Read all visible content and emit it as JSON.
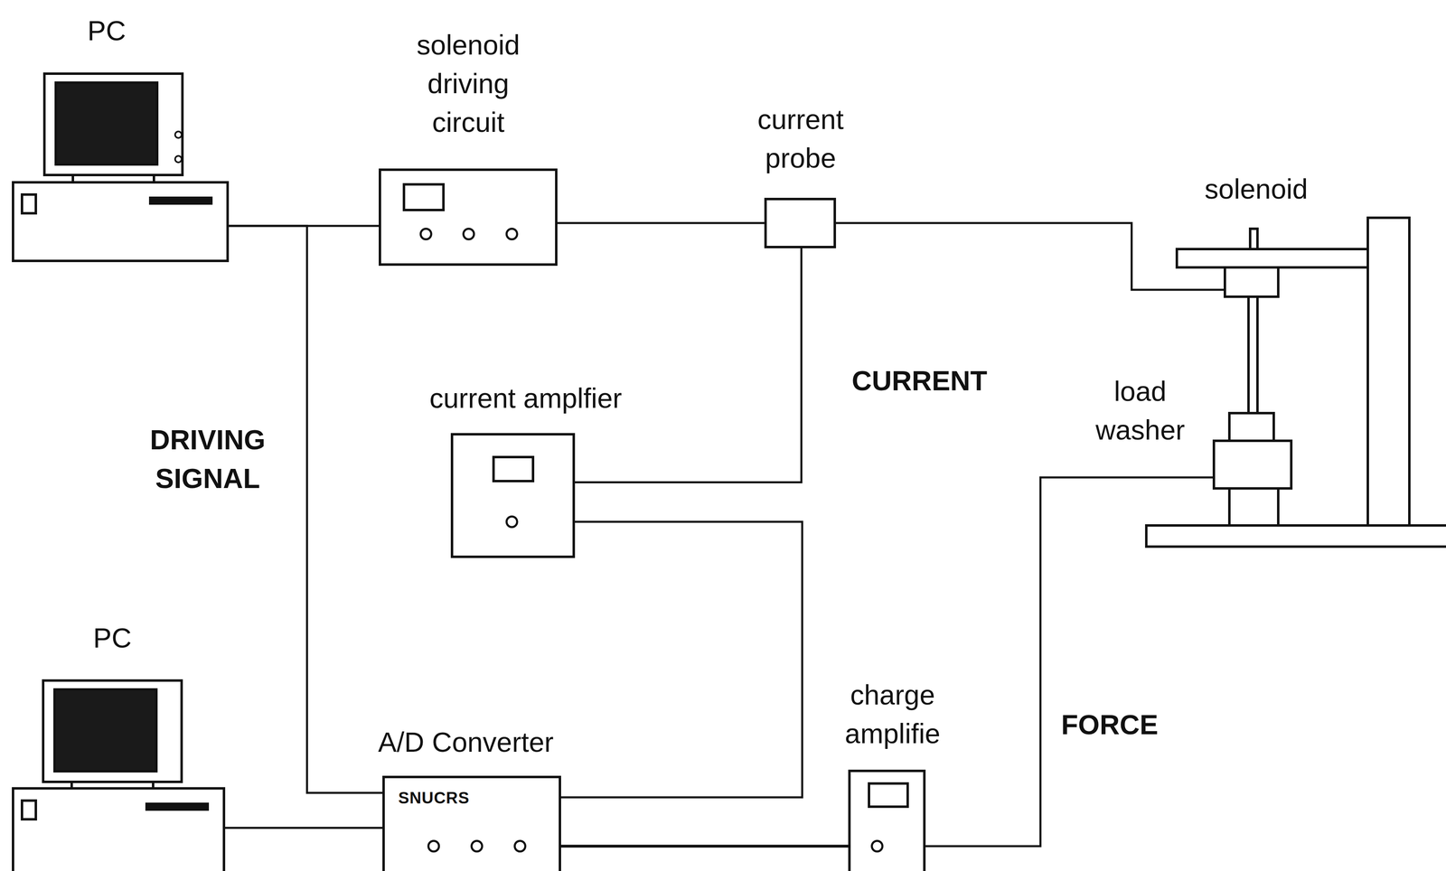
{
  "diagram": {
    "nodes": [
      {
        "text": [
          "PC"
        ]
      },
      {
        "text": [
          "solenoid driving circuit"
        ]
      },
      {
        "text": [
          "current probe"
        ]
      },
      {
        "text": [
          "solenoid"
        ]
      },
      {
        "text": [
          "current amplfier"
        ]
      },
      {
        "text": [
          "load washer"
        ]
      },
      {
        "text": [
          "PC"
        ]
      },
      {
        "text": [
          "A/D Converter",
          "SNUCRS"
        ]
      },
      {
        "text": [
          "charge amplifie"
        ]
      }
    ],
    "edges": [
      {
        "from": 0,
        "to": 1,
        "arrow": "none"
      },
      {
        "from": 1,
        "to": 2,
        "arrow": "none"
      },
      {
        "from": 2,
        "to": 3,
        "arrow": "none"
      },
      {
        "from": 0,
        "to": 7,
        "label": "DRIVING SIGNAL",
        "arrow": "none"
      },
      {
        "from": 2,
        "to": 4,
        "label": "CURRENT",
        "arrow": "none"
      },
      {
        "from": 4,
        "to": 7,
        "arrow": "none"
      },
      {
        "from": 5,
        "to": 8,
        "label": "FORCE",
        "arrow": "none"
      },
      {
        "from": 8,
        "to": 7,
        "arrow": "none"
      },
      {
        "from": 7,
        "to": 6,
        "arrow": "none"
      }
    ]
  }
}
